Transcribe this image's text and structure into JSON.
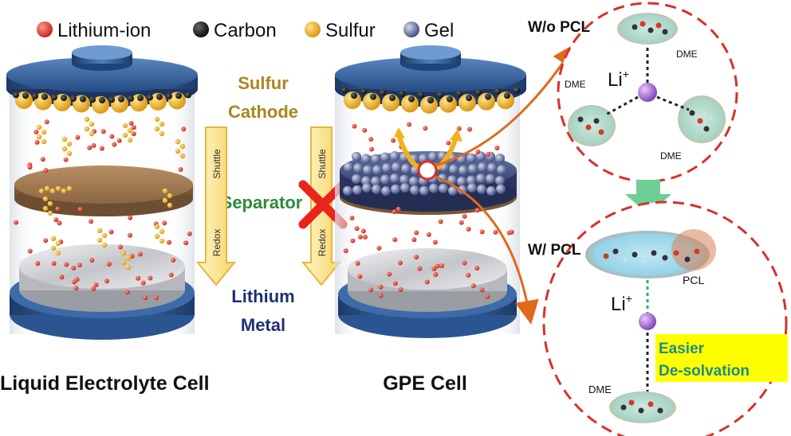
{
  "legend": {
    "items": [
      {
        "label": "Lithium-ion",
        "color": "#d9332b",
        "icon": "red-sphere"
      },
      {
        "label": "Carbon",
        "color": "#1b1b1b",
        "icon": "black-sphere"
      },
      {
        "label": "Sulfur",
        "color": "#f2b01d",
        "icon": "yellow-sphere"
      },
      {
        "label": "Gel",
        "color": "#5d6a9c",
        "icon": "gel-sphere"
      }
    ]
  },
  "center_labels": {
    "cathode_line1": "Sulfur",
    "cathode_line2": "Cathode",
    "separator": "Separator",
    "anode_line1": "Lithium",
    "anode_line2": "Metal",
    "shuttle_left": "Shuttle",
    "redox_left": "Redox",
    "shuttle_right": "Shuttle",
    "redox_right": "Redox"
  },
  "cells": {
    "liquid": "Liquid Electrolyte Cell",
    "gpe": "GPE Cell"
  },
  "right_panel": {
    "top": {
      "title": "W/o PCL",
      "ion": "Li",
      "ion_charge": "+",
      "solvent_labels": [
        "DME",
        "DME",
        "DME"
      ]
    },
    "bottom": {
      "title": "W/ PCL",
      "ion": "Li",
      "ion_charge": "+",
      "polymer_label": "PCL",
      "solvent_label": "DME",
      "highlight_line1": "Easier",
      "highlight_line2": "De-solvation"
    }
  },
  "colors": {
    "cap": "#2f5d9a",
    "cap_dark": "#1d3e6e",
    "sulfur": "#f2b01d",
    "carbon": "#1b1b1b",
    "lithium_ion": "#d9332b",
    "separator": "#a07850",
    "gel": "#4b5c95",
    "metal": "#c9cbcf",
    "arrow_orange": "#e06a1c",
    "dashed_circle": "#d9302c",
    "green_arrow": "#6dcf95",
    "cathode_text": "#a9871f",
    "separator_text": "#2e8b3a",
    "anode_text": "#1f2f72",
    "highlight_bg": "#ffff00",
    "highlight_text": "#1f8a8a",
    "li_ion_purple": "#9b59d0"
  }
}
